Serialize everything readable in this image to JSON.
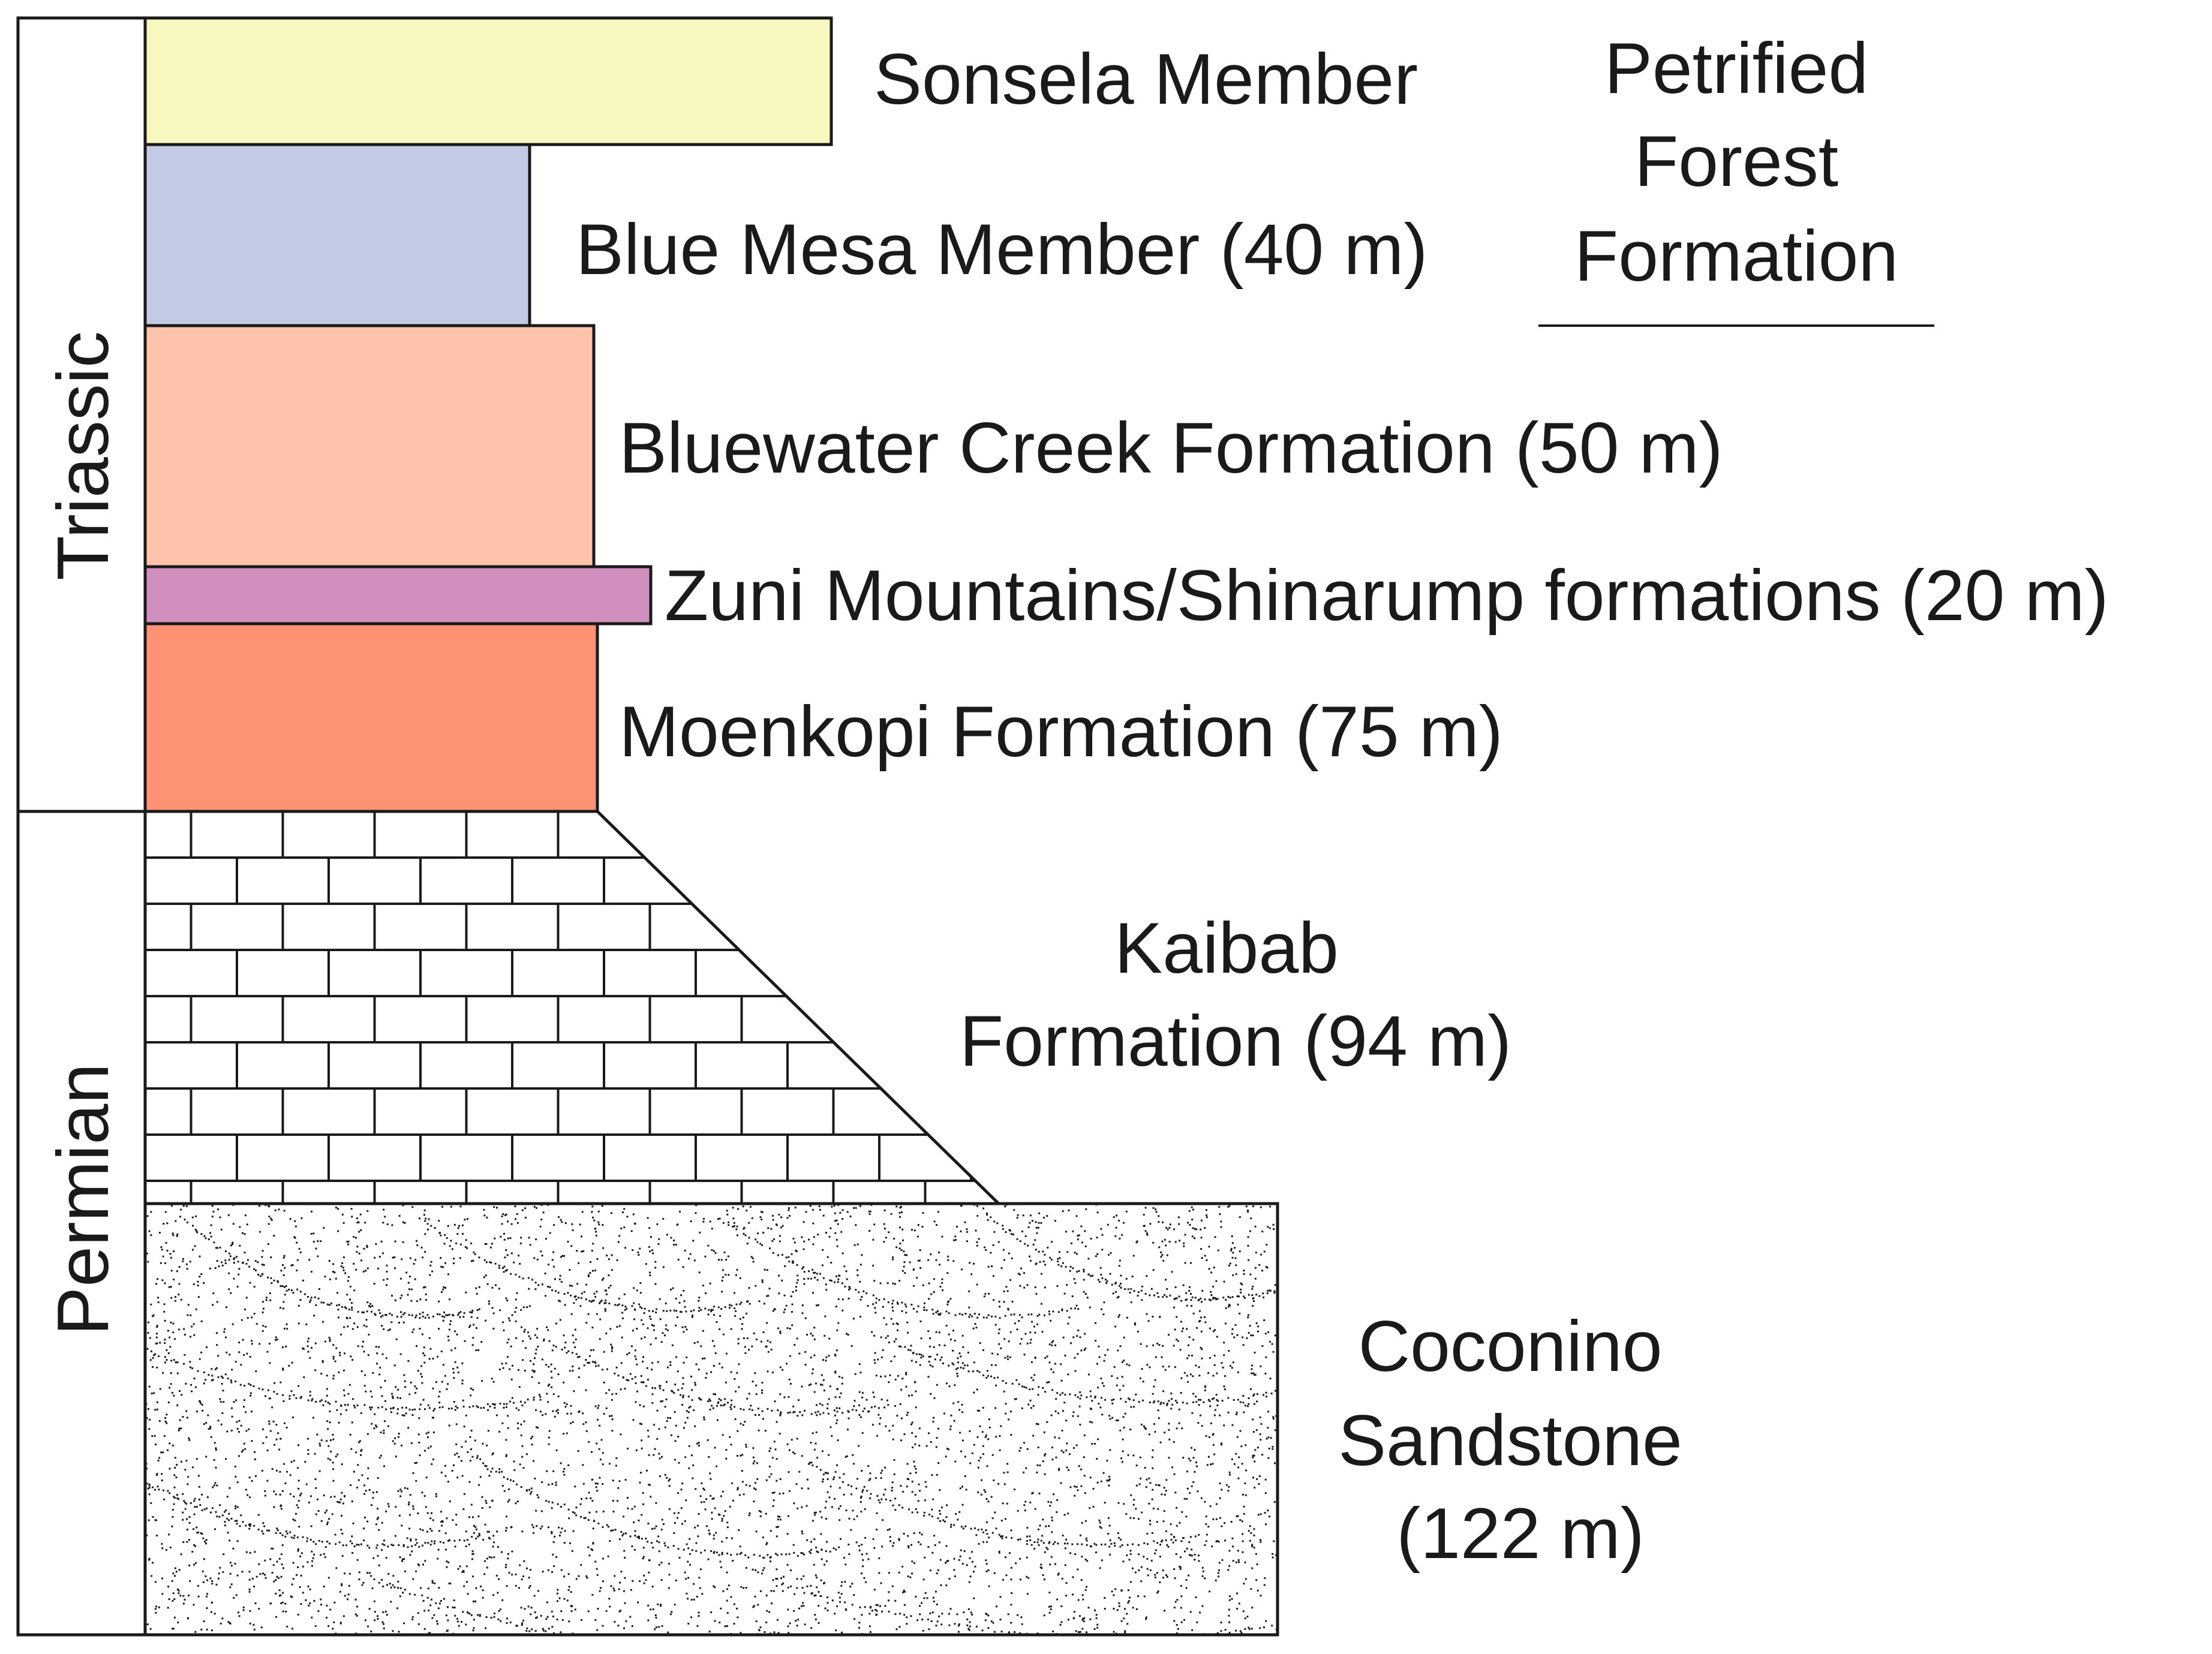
{
  "periods": {
    "triassic": "Triassic",
    "permian": "Permian"
  },
  "group": {
    "line1": "Petrified",
    "line2": "Forest",
    "line3": "Formation"
  },
  "units": {
    "sonsela": {
      "label": "Sonsela Member",
      "color": "#f9f7c0"
    },
    "blue_mesa": {
      "label": "Blue Mesa Member (40 m)",
      "color": "#c2cae4"
    },
    "bluewater": {
      "label": "Bluewater Creek Formation (50 m)",
      "color": "#fdc3ab"
    },
    "zuni": {
      "label": "Zuni Mountains/Shinarump formations (20 m)",
      "color": "#d18fbe"
    },
    "moenkopi": {
      "label": "Moenkopi Formation (75 m)",
      "color": "#fe9275"
    },
    "kaibab": {
      "line1": "Kaibab",
      "line2": "Formation (94 m)",
      "pattern": "limestone-brick"
    },
    "coconino": {
      "line1": "Coconino",
      "line2": "Sandstone",
      "line3": "(122 m)",
      "pattern": "sandstone-dots"
    }
  }
}
